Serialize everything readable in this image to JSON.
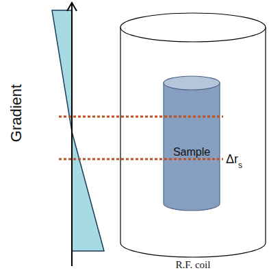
{
  "diagram": {
    "nodes": [
      {
        "text": [
          "R.F. coil"
        ]
      },
      {
        "text": [
          "Sample"
        ],
        "in": 0
      }
    ],
    "labels": [
      "Gradient",
      "Δr",
      "s"
    ]
  }
}
